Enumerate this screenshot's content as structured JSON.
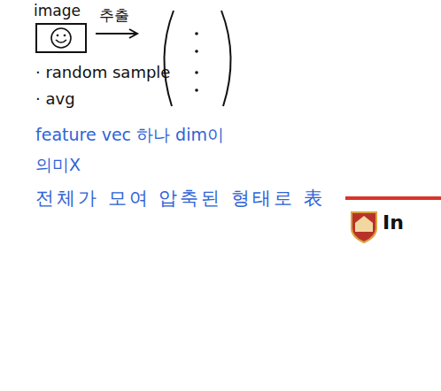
{
  "diagram": {
    "nodes": [
      {
        "text": [
          "image"
        ]
      }
    ],
    "labels": [
      "추출",
      "· random sample",
      "· avg",
      "feature vec 하나 dim이",
      "의미X",
      "전체가 모여 압축된 형태로 表",
      "In"
    ]
  }
}
